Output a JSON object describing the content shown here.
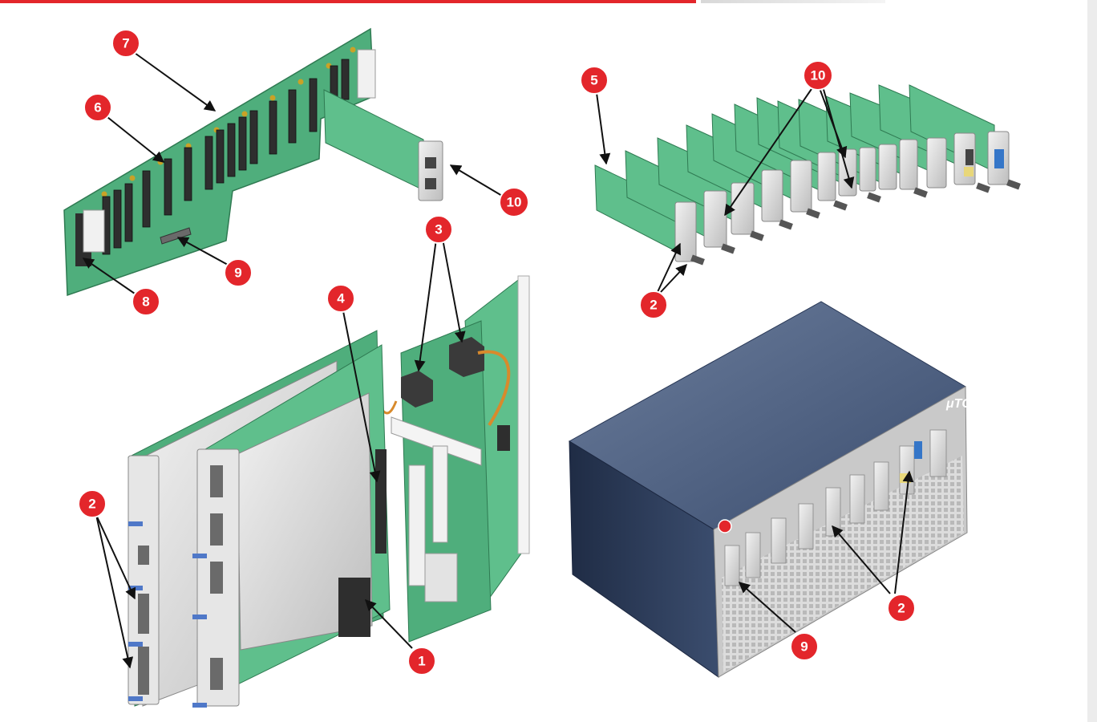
{
  "callouts": [
    {
      "id": "c7",
      "label": "7"
    },
    {
      "id": "c6",
      "label": "6"
    },
    {
      "id": "c9a",
      "label": "9"
    },
    {
      "id": "c8",
      "label": "8"
    },
    {
      "id": "c10a",
      "label": "10"
    },
    {
      "id": "c3",
      "label": "3"
    },
    {
      "id": "c4",
      "label": "4"
    },
    {
      "id": "c2a",
      "label": "2"
    },
    {
      "id": "c1",
      "label": "1"
    },
    {
      "id": "c5",
      "label": "5"
    },
    {
      "id": "c10b",
      "label": "10"
    },
    {
      "id": "c2b",
      "label": "2"
    },
    {
      "id": "c2c",
      "label": "2"
    },
    {
      "id": "c9b",
      "label": "9"
    }
  ],
  "chassis": {
    "brand_label": "μTCA"
  },
  "colors": {
    "accent_red": "#e3262b",
    "pcb_green": "#4fae7c",
    "chassis_blue": "#3b4d6e",
    "connector_dark": "#2e2e2e",
    "faceplate_silver": "#d8d8d8"
  }
}
